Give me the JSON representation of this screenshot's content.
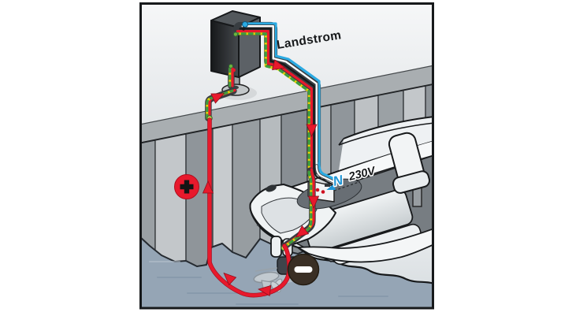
{
  "diagram": {
    "labels": {
      "shore_power": "Landstrom",
      "voltage": "230V",
      "neutral": "N",
      "positive_symbol": "+",
      "negative_symbol": "−"
    },
    "colors": {
      "galvanic_current": "#e8192c",
      "neutral_wire_blue": "#2baae2",
      "earth_wire_yellow": "#f4d303",
      "earth_wire_green": "#3c9c40",
      "phase_wire_black": "#17191b",
      "water": "#95a5b5",
      "positive_badge": "#e8192c",
      "negative_badge": "#3a2f25",
      "frame": "#17191b"
    },
    "icons": {
      "positive_terminal": "+",
      "negative_terminal": "−",
      "flow_arrow": "▶"
    },
    "components": [
      "shore-power-pedestal",
      "shore-power-cable-bundle",
      "protective-earth-wire",
      "galvanic-current-path",
      "dock",
      "sheet-piling-wall",
      "water",
      "motorboat",
      "battery-charger",
      "sterndrive-outdrive",
      "propeller"
    ]
  }
}
